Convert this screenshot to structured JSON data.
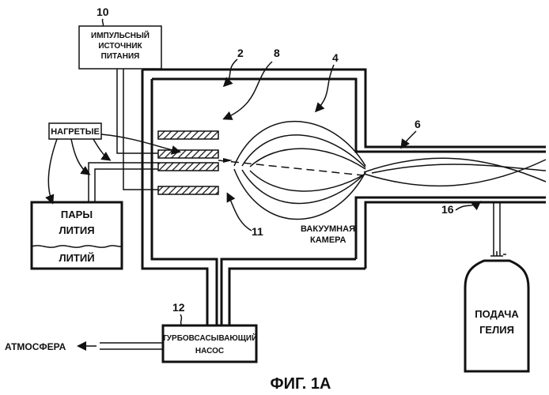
{
  "labels": {
    "power_supply": [
      "ИМПУЛЬСНЫЙ",
      "ИСТОЧНИК",
      "ПИТАНИЯ"
    ],
    "heated": "НАГРЕТЫЕ",
    "lithium_vapor": [
      "ПАРЫ",
      "ЛИТИЯ"
    ],
    "lithium": "ЛИТИЙ",
    "vacuum_chamber": [
      "ВАКУУМНАЯ",
      "КАМЕРА"
    ],
    "pump": [
      "ТУРБОВСАСЫВАЮЩИЙ",
      "НАСОС"
    ],
    "atmosphere": "АТМОСФЕРА",
    "helium": [
      "ПОДАЧА",
      "ГЕЛИЯ"
    ],
    "figure": "ФИГ. 1А"
  },
  "refs": {
    "r10": "10",
    "r2": "2",
    "r8": "8",
    "r4": "4",
    "r6": "6",
    "r16": "16",
    "r11": "11",
    "r12": "12"
  }
}
